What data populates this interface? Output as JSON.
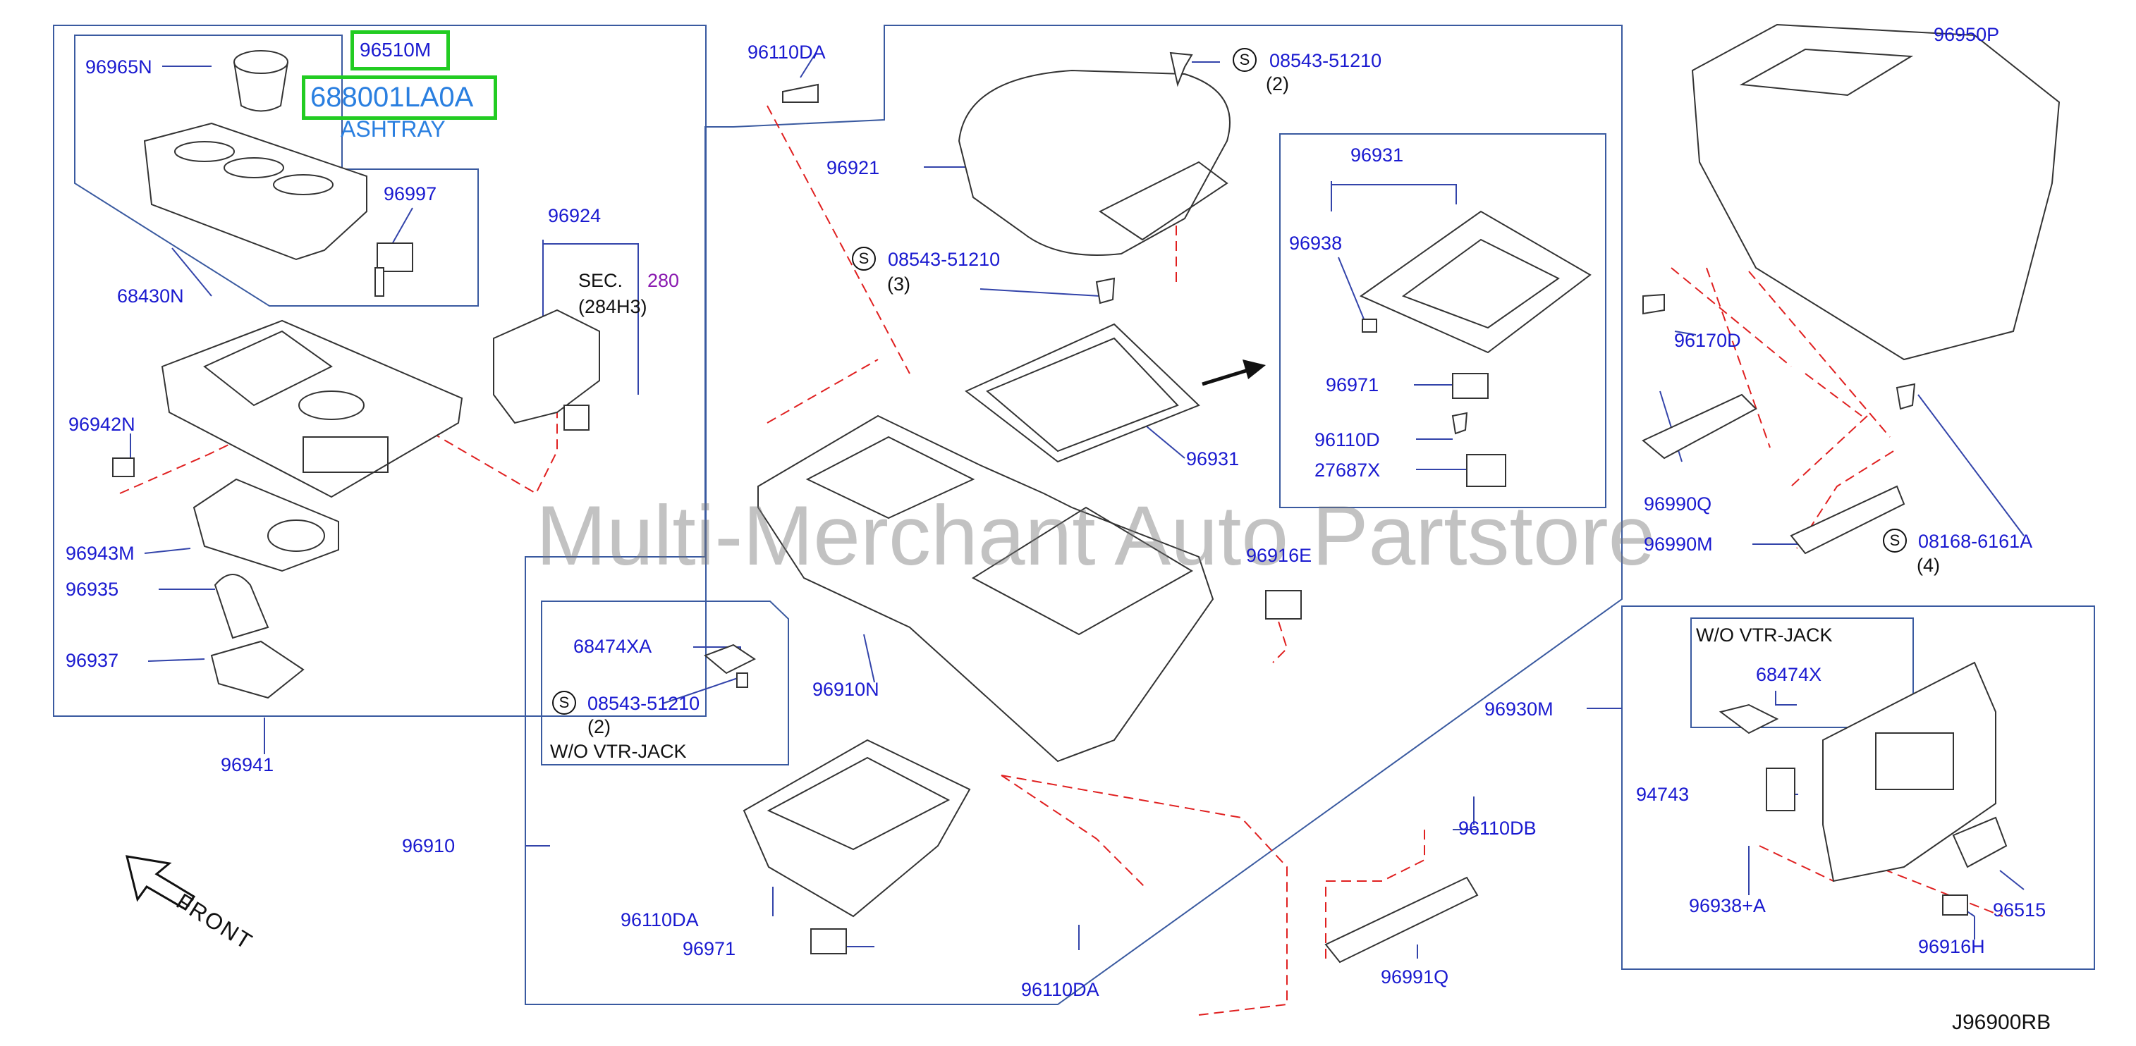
{
  "diagram_code": "J96900RB",
  "watermark": "Multi-Merchant Auto Partstore",
  "front_label": "FRONT",
  "highlight": {
    "part_top": "96510M",
    "part_bottom": "688001LA0A",
    "ashtray_label": "ASHTRAY",
    "color": "#22cc22"
  },
  "section_ref": {
    "prefix": "SEC.",
    "number": "280",
    "sub": "(284H3)"
  },
  "labels": {
    "p96965N": "96965N",
    "p68430N": "68430N",
    "p96997": "96997",
    "p96924": "96924",
    "p96942N": "96942N",
    "p96943M": "96943M",
    "p96935": "96935",
    "p96937": "96937",
    "p96941": "96941",
    "p96110DA_top": "96110DA",
    "p08543_top": "08543-51210",
    "p08543_top_qty": "(2)",
    "p96921": "96921",
    "p08543_mid": "08543-51210",
    "p08543_mid_qty": "(3)",
    "p96931_box": "96931",
    "p96938": "96938",
    "p96971_box": "96971",
    "p96110D": "96110D",
    "p27687X": "27687X",
    "p96931": "96931",
    "p96916E": "96916E",
    "p96910N": "96910N",
    "p68474XA": "68474XA",
    "p08543_low": "08543-51210",
    "p08543_low_qty": "(2)",
    "wo_vtr_left": "W/O    VTR-JACK",
    "p96910": "96910",
    "p96110DA_low": "96110DA",
    "p96971_low": "96971",
    "p96110DA_bottom": "96110DA",
    "p96110DB": "96110DB",
    "p96991Q": "96991Q",
    "p96950P": "96950P",
    "p96170D": "96170D",
    "p96990Q": "96990Q",
    "p96990M": "96990M",
    "p08168": "08168-6161A",
    "p08168_qty": "(4)",
    "p96930M": "96930M",
    "wo_vtr_right": "W/O    VTR-JACK",
    "p68474X": "68474X",
    "p94743": "94743",
    "p96938A": "96938+A",
    "p96515": "96515",
    "p96916H": "96916H",
    "s_mark": "S"
  },
  "colors": {
    "label_blue": "#1a1ad0",
    "leader_blue": "#3344aa",
    "dash_red": "#e02020",
    "box_border": "#3a5aa0",
    "sec_number_purple": "#8a1ab0"
  }
}
